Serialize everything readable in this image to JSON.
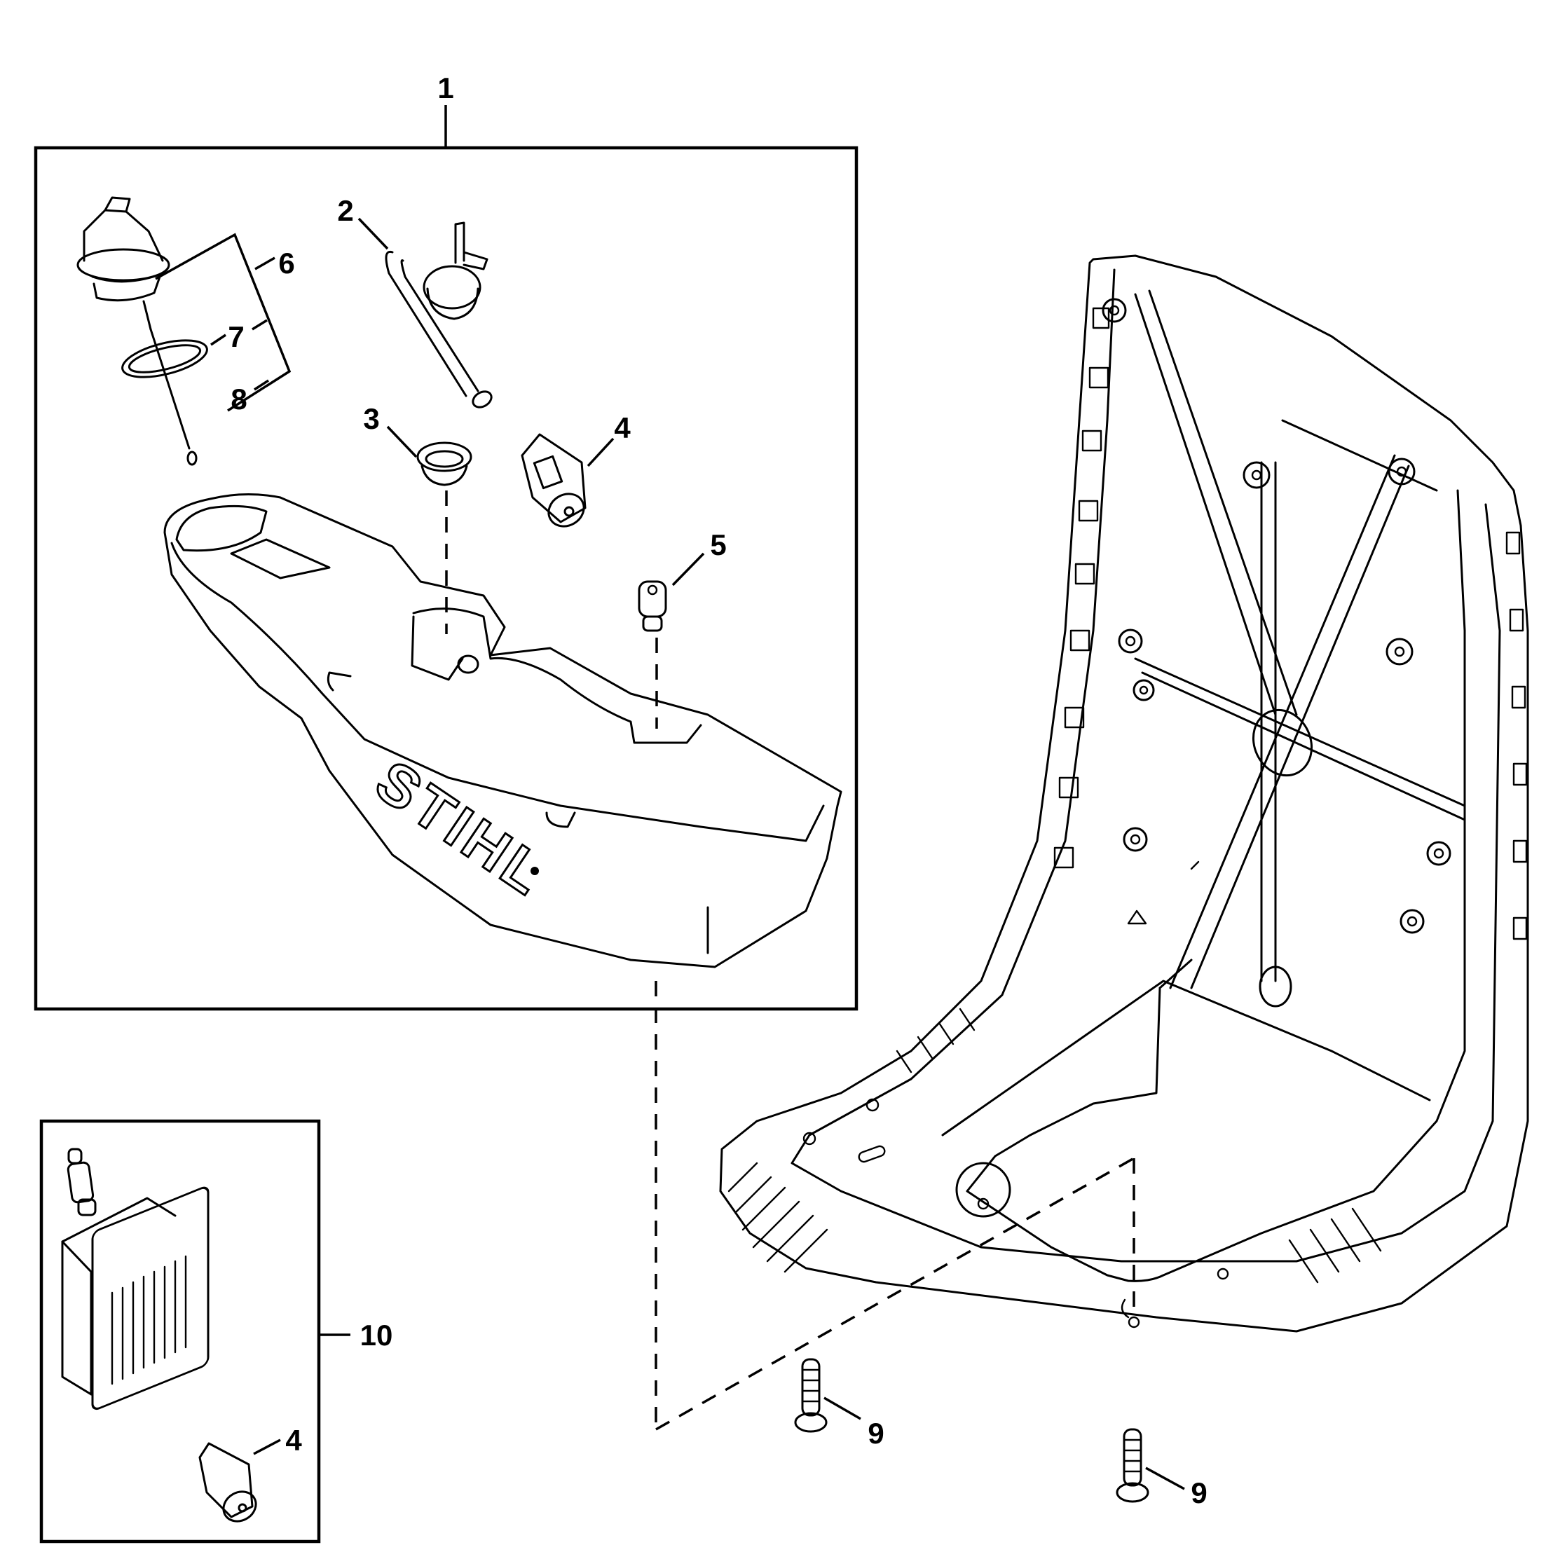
{
  "diagram": {
    "type": "exploded-parts-view",
    "brand_text": "STIHL",
    "colors": {
      "line": "#000000",
      "background": "#ffffff"
    },
    "callouts": [
      {
        "id": "c1",
        "label": "1",
        "part": "fuel-tank-assembly"
      },
      {
        "id": "c2",
        "label": "2",
        "part": "fuel-pickup-hose-with-valve"
      },
      {
        "id": "c3",
        "label": "3",
        "part": "grommet"
      },
      {
        "id": "c4",
        "label": "4",
        "part": "fuel-filter"
      },
      {
        "id": "c5",
        "label": "5",
        "part": "tank-vent"
      },
      {
        "id": "c6",
        "label": "6",
        "part": "filler-cap"
      },
      {
        "id": "c7",
        "label": "7",
        "part": "o-ring"
      },
      {
        "id": "c8",
        "label": "8",
        "part": "retaining-cord"
      },
      {
        "id": "c9a",
        "label": "9",
        "part": "screw"
      },
      {
        "id": "c9b",
        "label": "9",
        "part": "screw"
      },
      {
        "id": "c10",
        "label": "10",
        "part": "filter-kit"
      },
      {
        "id": "c4b",
        "label": "4",
        "part": "fuel-filter"
      }
    ]
  }
}
